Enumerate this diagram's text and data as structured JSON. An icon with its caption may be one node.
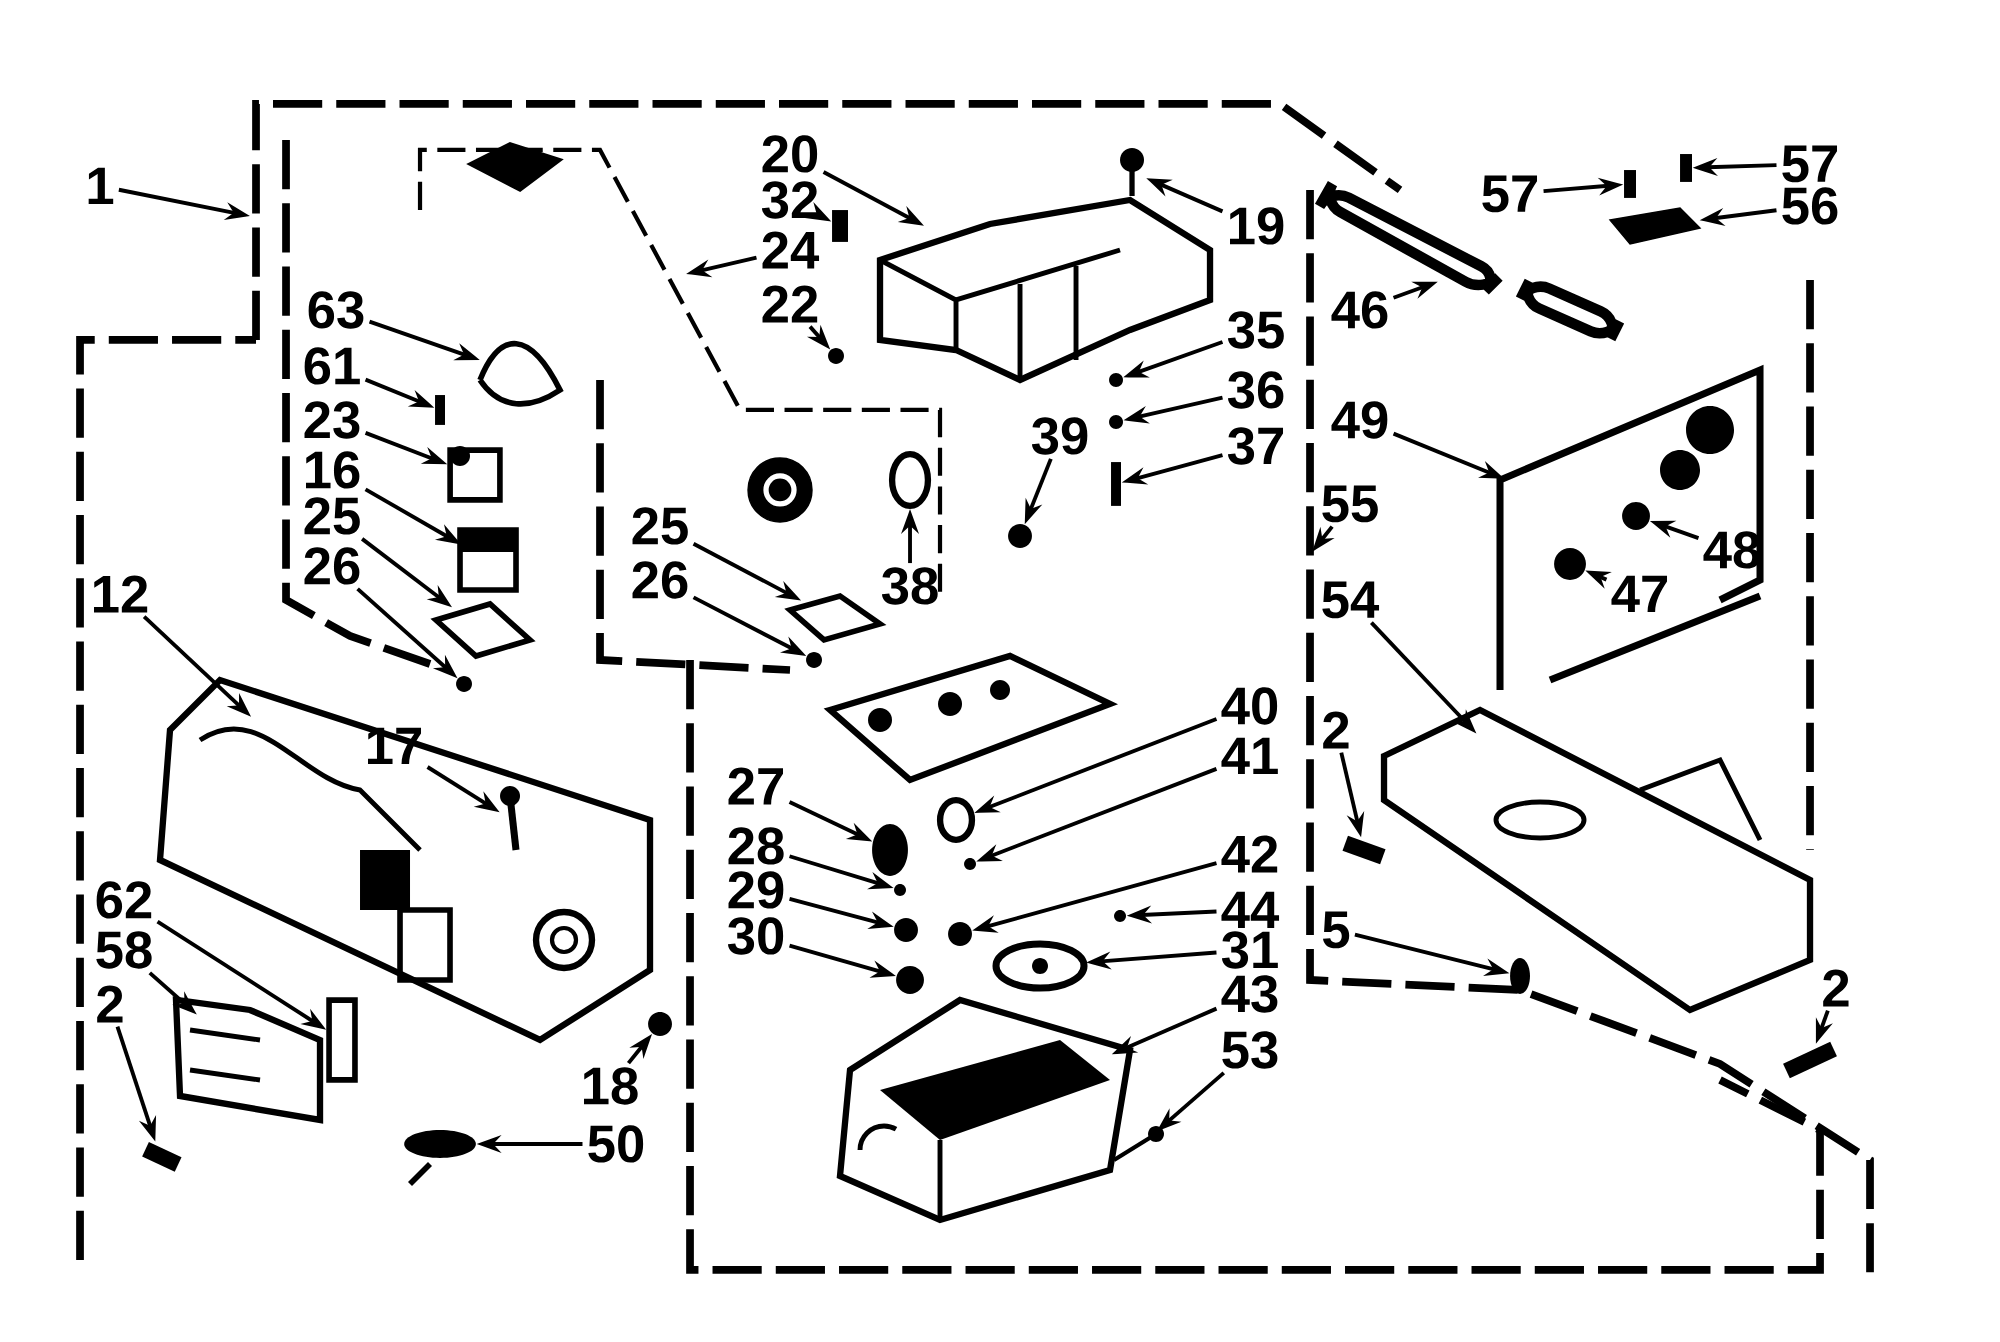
{
  "diagram": {
    "nodes": [
      {
        "text": [],
        "shape": "picture"
      },
      {
        "text": [],
        "shape": "picture"
      },
      {
        "text": [],
        "shape": "picture"
      },
      {
        "text": [
          "1"
        ]
      },
      {
        "text": [
          "20"
        ]
      },
      {
        "text": [
          "32"
        ]
      },
      {
        "text": [
          "24"
        ]
      },
      {
        "text": [
          "22"
        ]
      },
      {
        "text": [
          "19"
        ]
      },
      {
        "text": [
          "57"
        ]
      },
      {
        "text": [
          "57"
        ]
      },
      {
        "text": [
          "56"
        ]
      },
      {
        "text": [
          "46"
        ]
      },
      {
        "text": [
          "63"
        ]
      },
      {
        "text": [
          "61"
        ]
      },
      {
        "text": [
          "23"
        ]
      },
      {
        "text": [
          "16"
        ]
      },
      {
        "text": [
          "25"
        ]
      },
      {
        "text": [
          "26"
        ]
      },
      {
        "text": [
          "35"
        ]
      },
      {
        "text": [
          "36"
        ]
      },
      {
        "text": [
          "37"
        ]
      },
      {
        "text": [
          "39"
        ]
      },
      {
        "text": [
          "49"
        ]
      },
      {
        "text": [
          "55"
        ]
      },
      {
        "text": [
          "25"
        ]
      },
      {
        "text": [
          "48"
        ],
        "in": 1
      },
      {
        "text": [
          "26"
        ]
      },
      {
        "text": [
          "38"
        ]
      },
      {
        "text": [
          "12"
        ]
      },
      {
        "text": [
          "47"
        ],
        "in": 1
      },
      {
        "text": [
          "54"
        ]
      },
      {
        "text": [
          "40"
        ]
      },
      {
        "text": [
          "2"
        ]
      },
      {
        "text": [
          "17"
        ],
        "in": 0
      },
      {
        "text": [
          "41"
        ]
      },
      {
        "text": [
          "27"
        ]
      },
      {
        "text": [
          "28"
        ]
      },
      {
        "text": [
          "42"
        ]
      },
      {
        "text": [
          "29"
        ]
      },
      {
        "text": [
          "62"
        ]
      },
      {
        "text": [
          "44"
        ]
      },
      {
        "text": [
          "5"
        ]
      },
      {
        "text": [
          "30"
        ]
      },
      {
        "text": [
          "58"
        ]
      },
      {
        "text": [
          "31"
        ]
      },
      {
        "text": [
          "2"
        ]
      },
      {
        "text": [
          "43"
        ]
      },
      {
        "text": [
          "2"
        ]
      },
      {
        "text": [
          "53"
        ]
      },
      {
        "text": [
          "18"
        ]
      },
      {
        "text": [
          "50"
        ]
      },
      {
        "text": [],
        "shape": "picture"
      },
      {
        "text": [],
        "shape": "bar"
      },
      {
        "text": [],
        "shape": "circle"
      },
      {
        "text": [],
        "shape": "picture"
      },
      {
        "text": [],
        "shape": "bar"
      },
      {
        "text": [],
        "shape": "bar"
      },
      {
        "text": [],
        "shape": "picture"
      },
      {
        "text": [],
        "shape": "picture"
      },
      {
        "text": [],
        "shape": "picture"
      },
      {
        "text": [],
        "shape": "bar"
      },
      {
        "text": [],
        "shape": "box"
      },
      {
        "text": [],
        "shape": "picture"
      },
      {
        "text": [],
        "shape": "picture"
      },
      {
        "text": [],
        "shape": "circle"
      },
      {
        "text": [],
        "shape": "circle"
      },
      {
        "text": [],
        "shape": "circle"
      },
      {
        "text": [],
        "shape": "bar"
      },
      {
        "text": [],
        "shape": "circle"
      },
      {
        "text": [],
        "shape": "picture"
      },
      {
        "text": [],
        "shape": "circle",
        "in": 1
      },
      {
        "text": [],
        "shape": "circle"
      },
      {
        "text": [],
        "shape": "circle"
      },
      {
        "text": [],
        "shape": "circle",
        "in": 1
      },
      {
        "text": [],
        "shape": "circle"
      },
      {
        "text": [],
        "shape": "picture"
      },
      {
        "text": [],
        "shape": "picture",
        "in": 0
      },
      {
        "text": [],
        "shape": "circle"
      },
      {
        "text": [],
        "shape": "circle"
      },
      {
        "text": [],
        "shape": "circle"
      },
      {
        "text": [],
        "shape": "circle"
      },
      {
        "text": [],
        "shape": "circle"
      },
      {
        "text": [],
        "shape": "box"
      },
      {
        "text": [],
        "shape": "circle"
      },
      {
        "text": [],
        "shape": "circle",
        "in": 2
      },
      {
        "text": [],
        "shape": "circle"
      },
      {
        "text": [],
        "shape": "picture"
      },
      {
        "text": [],
        "shape": "picture"
      },
      {
        "text": [],
        "shape": "picture"
      },
      {
        "text": [],
        "shape": "picture"
      },
      {
        "text": [],
        "shape": "picture"
      },
      {
        "text": [],
        "shape": "picture"
      },
      {
        "text": [],
        "shape": "circle"
      },
      {
        "text": [],
        "shape": "circle"
      }
    ],
    "edges": [
      {
        "from": 3,
        "to": null,
        "arrow": "to"
      },
      {
        "from": 4,
        "to": 52,
        "arrow": "to"
      },
      {
        "from": 5,
        "to": 53,
        "arrow": "to"
      },
      {
        "from": 6,
        "to": null,
        "arrow": "to"
      },
      {
        "from": 7,
        "to": 54,
        "arrow": "to"
      },
      {
        "from": 8,
        "to": 55,
        "arrow": "to"
      },
      {
        "from": 9,
        "to": 56,
        "arrow": "to"
      },
      {
        "from": 10,
        "to": 57,
        "arrow": "to"
      },
      {
        "from": 11,
        "to": 58,
        "arrow": "to"
      },
      {
        "from": 12,
        "to": 59,
        "arrow": "to"
      },
      {
        "from": 13,
        "to": 60,
        "arrow": "to"
      },
      {
        "from": 14,
        "to": 61,
        "arrow": "to"
      },
      {
        "from": 15,
        "to": 62,
        "arrow": "to"
      },
      {
        "from": 16,
        "to": 63,
        "arrow": "to"
      },
      {
        "from": 17,
        "to": 64,
        "arrow": "to"
      },
      {
        "from": 18,
        "to": 65,
        "arrow": "to"
      },
      {
        "from": 19,
        "to": 66,
        "arrow": "to"
      },
      {
        "from": 20,
        "to": 67,
        "arrow": "to"
      },
      {
        "from": 21,
        "to": 68,
        "arrow": "to"
      },
      {
        "from": 22,
        "to": 69,
        "arrow": "to"
      },
      {
        "from": 23,
        "to": 1,
        "arrow": "to"
      },
      {
        "from": 24,
        "to": null,
        "arrow": "to"
      },
      {
        "from": 25,
        "to": 70,
        "arrow": "to"
      },
      {
        "from": 26,
        "to": 71,
        "arrow": "to"
      },
      {
        "from": 27,
        "to": 72,
        "arrow": "to"
      },
      {
        "from": 28,
        "to": 73,
        "arrow": "to"
      },
      {
        "from": 29,
        "to": 0,
        "arrow": "to"
      },
      {
        "from": 30,
        "to": 74,
        "arrow": "to"
      },
      {
        "from": 31,
        "to": 2,
        "arrow": "to"
      },
      {
        "from": 32,
        "to": 75,
        "arrow": "to"
      },
      {
        "from": 33,
        "to": 76,
        "arrow": "to"
      },
      {
        "from": 34,
        "to": 77,
        "arrow": "to"
      },
      {
        "from": 35,
        "to": 78,
        "arrow": "to"
      },
      {
        "from": 36,
        "to": 79,
        "arrow": "to"
      },
      {
        "from": 37,
        "to": 80,
        "arrow": "to"
      },
      {
        "from": 38,
        "to": 81,
        "arrow": "to"
      },
      {
        "from": 39,
        "to": 82,
        "arrow": "to"
      },
      {
        "from": 40,
        "to": 83,
        "arrow": "to"
      },
      {
        "from": 41,
        "to": 84,
        "arrow": "to"
      },
      {
        "from": 42,
        "to": 85,
        "arrow": "to"
      },
      {
        "from": 43,
        "to": 86,
        "arrow": "to"
      },
      {
        "from": 44,
        "to": 87,
        "arrow": "to"
      },
      {
        "from": 45,
        "to": 88,
        "arrow": "to"
      },
      {
        "from": 46,
        "to": 89,
        "arrow": "to"
      },
      {
        "from": 47,
        "to": 90,
        "arrow": "to"
      },
      {
        "from": 48,
        "to": 91,
        "arrow": "to"
      },
      {
        "from": 49,
        "to": 92,
        "arrow": "to"
      },
      {
        "from": 50,
        "to": 93,
        "arrow": "to"
      },
      {
        "from": 51,
        "to": 94,
        "arrow": "to"
      }
    ]
  }
}
